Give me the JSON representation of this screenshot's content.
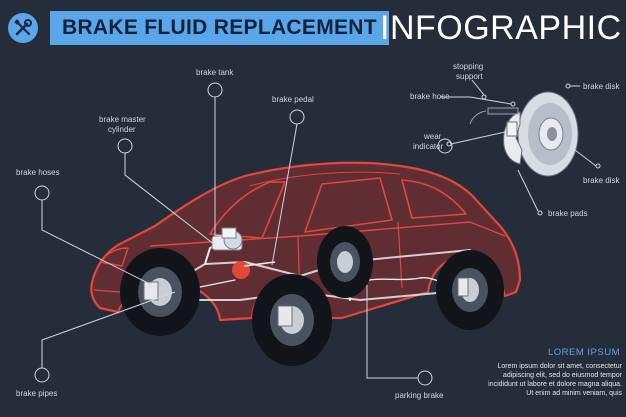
{
  "header": {
    "title_part1": "BRAKE FLUID REPLACEMENT",
    "title_part2": "INFOGRAPHIC",
    "logo_icon": "wrench-screwdriver-icon"
  },
  "labels": {
    "brake_tank": "brake tank",
    "brake_master_cylinder_1": "brake master",
    "brake_master_cylinder_2": "cylinder",
    "brake_pedal": "brake pedal",
    "brake_hoses": "brake hoses",
    "brake_pipes": "brake pipes",
    "parking_brake": "parking brake",
    "stopping_support_1": "stopping",
    "stopping_support_2": "support",
    "brake_hose": "brake hose",
    "brake_disk_top": "brake disk",
    "wear_indicator_1": "wear",
    "wear_indicator_2": "indicator",
    "brake_disk_bottom": "brake disk",
    "brake_pads": "brake pads"
  },
  "lorem": {
    "title": "LOREM IPSUM",
    "line1": "Lorem ipsum dolor sit amet, consectetur",
    "line2": "adipiscing elit, sed do eiusmod tempor",
    "line3": "incididunt ut labore et dolore magna aliqua.",
    "line4": "Ut enim ad minim veniam, quis"
  },
  "colors": {
    "background": "#262d3a",
    "accent_blue": "#5aa6e8",
    "car_red": "#e0483c",
    "line_light": "#cdd6e4"
  }
}
